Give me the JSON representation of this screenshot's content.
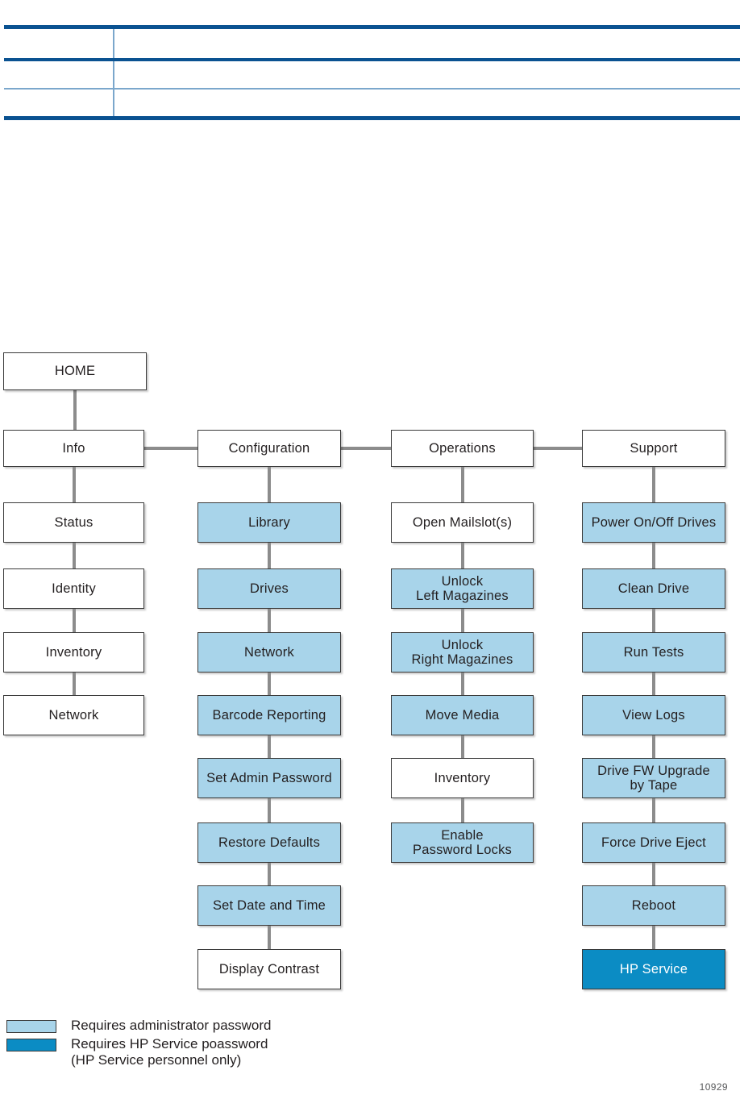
{
  "document": {
    "figure_number": "10929"
  },
  "table": {
    "rows": [
      {
        "cells": [
          "",
          ""
        ]
      },
      {
        "cells": [
          "",
          ""
        ]
      },
      {
        "cells": [
          "",
          ""
        ]
      }
    ],
    "border_color": "#0a5291",
    "divider_color": "#7ba7cc"
  },
  "colors": {
    "admin_fill": "#a8d4ea",
    "hp_service_fill": "#0b8cc4",
    "node_border": "#3a3a3a",
    "connector": "#8c8c8c"
  },
  "flowchart": {
    "root": {
      "label": "HOME"
    },
    "columns": [
      {
        "header": "Info",
        "items": [
          {
            "label": "Status",
            "level": "none"
          },
          {
            "label": "Identity",
            "level": "none"
          },
          {
            "label": "Inventory",
            "level": "none"
          },
          {
            "label": "Network",
            "level": "none"
          }
        ]
      },
      {
        "header": "Configuration",
        "items": [
          {
            "label": "Library",
            "level": "admin"
          },
          {
            "label": "Drives",
            "level": "admin"
          },
          {
            "label": "Network",
            "level": "admin"
          },
          {
            "label": "Barcode Reporting",
            "level": "admin"
          },
          {
            "label": "Set Admin Password",
            "level": "admin"
          },
          {
            "label": "Restore Defaults",
            "level": "admin"
          },
          {
            "label": "Set Date and Time",
            "level": "admin"
          },
          {
            "label": "Display Contrast",
            "level": "none"
          }
        ]
      },
      {
        "header": "Operations",
        "items": [
          {
            "label": "Open Mailslot(s)",
            "level": "none"
          },
          {
            "label": "Unlock\nLeft Magazines",
            "level": "admin"
          },
          {
            "label": "Unlock\nRight Magazines",
            "level": "admin"
          },
          {
            "label": "Move Media",
            "level": "admin"
          },
          {
            "label": "Inventory",
            "level": "none"
          },
          {
            "label": "Enable\nPassword Locks",
            "level": "admin"
          }
        ]
      },
      {
        "header": "Support",
        "items": [
          {
            "label": "Power On/Off Drives",
            "level": "admin"
          },
          {
            "label": "Clean Drive",
            "level": "admin"
          },
          {
            "label": "Run Tests",
            "level": "admin"
          },
          {
            "label": "View Logs",
            "level": "admin"
          },
          {
            "label": "Drive FW Upgrade\nby Tape",
            "level": "admin"
          },
          {
            "label": "Force Drive Eject",
            "level": "admin"
          },
          {
            "label": "Reboot",
            "level": "admin"
          },
          {
            "label": "HP Service",
            "level": "hpservice"
          }
        ]
      }
    ]
  },
  "legend": {
    "entries": [
      {
        "swatch": "admin",
        "text": "Requires administrator password"
      },
      {
        "swatch": "hpservice",
        "text": "Requires HP Service poassword\n(HP Service personnel only)"
      }
    ]
  }
}
